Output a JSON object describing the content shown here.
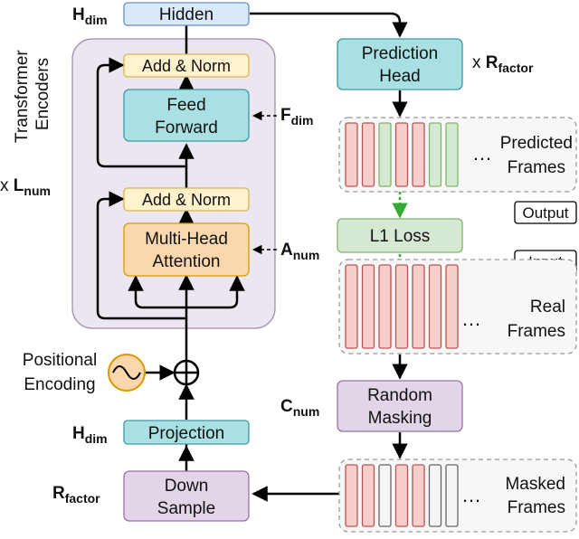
{
  "colors": {
    "hidden_fill": "#dae8fc",
    "hidden_stroke": "#6c8ebf",
    "addnorm_fill": "#fff2cc",
    "addnorm_stroke": "#d6b656",
    "teal_fill": "#a9e0e3",
    "teal_stroke": "#3a9aa3",
    "attention_fill": "#fad7ac",
    "attention_stroke": "#d79b00",
    "purple_fill": "#e1d5e7",
    "purple_stroke": "#9673a6",
    "loss_fill": "#d5e8d4",
    "loss_stroke": "#82b366",
    "encoder_bg": "#ece6f0",
    "encoder_stroke": "#9e8aa8",
    "frame_red_fill": "#f8cecc",
    "frame_red_stroke": "#b85450",
    "frame_green_fill": "#d5e8d4",
    "frame_green_stroke": "#82b366",
    "frame_gray_fill": "#f5f5f5",
    "frame_gray_stroke": "#666666",
    "green_arrow": "#33aa33"
  },
  "blocks": {
    "hidden": "Hidden",
    "add_norm_top": "Add & Norm",
    "feed_forward": [
      "Feed",
      "Forward"
    ],
    "add_norm_bottom": "Add & Norm",
    "multi_head": [
      "Multi-Head",
      "Attention"
    ],
    "projection": "Projection",
    "down_sample": [
      "Down",
      "Sample"
    ],
    "prediction_head": [
      "Prediction",
      "Head"
    ],
    "l1_loss": "L1 Loss",
    "random_masking": [
      "Random",
      "Masking"
    ],
    "positional_encoding": [
      "Positional",
      "Encoding"
    ],
    "transformer_encoders": [
      "Transformer",
      "Encoders"
    ]
  },
  "params": {
    "h_dim_top": {
      "main": "H",
      "sub": "dim"
    },
    "h_dim_bottom": {
      "main": "H",
      "sub": "dim"
    },
    "f_dim": {
      "main": "F",
      "sub": "dim"
    },
    "a_num": {
      "main": "A",
      "sub": "num"
    },
    "l_num": {
      "prefix": "x ",
      "main": "L",
      "sub": "num"
    },
    "r_factor_right": {
      "prefix": "x ",
      "main": "R",
      "sub": "factor"
    },
    "r_factor_left": {
      "main": "R",
      "sub": "factor"
    },
    "c_num": {
      "main": "C",
      "sub": "num"
    }
  },
  "frames": {
    "predicted": {
      "label": [
        "Predicted",
        "Frames"
      ],
      "cells": [
        "red",
        "red",
        "green",
        "red",
        "red",
        "green",
        "green"
      ]
    },
    "real": {
      "label": [
        "Real",
        "Frames"
      ],
      "cells": [
        "red",
        "red",
        "red",
        "red",
        "red",
        "red",
        "red"
      ]
    },
    "masked": {
      "label": [
        "Masked",
        "Frames"
      ],
      "cells": [
        "red",
        "red",
        "gray",
        "red",
        "red",
        "gray",
        "gray"
      ]
    },
    "ellipsis": "…"
  },
  "tags": {
    "output": "Output",
    "input": "Input"
  }
}
